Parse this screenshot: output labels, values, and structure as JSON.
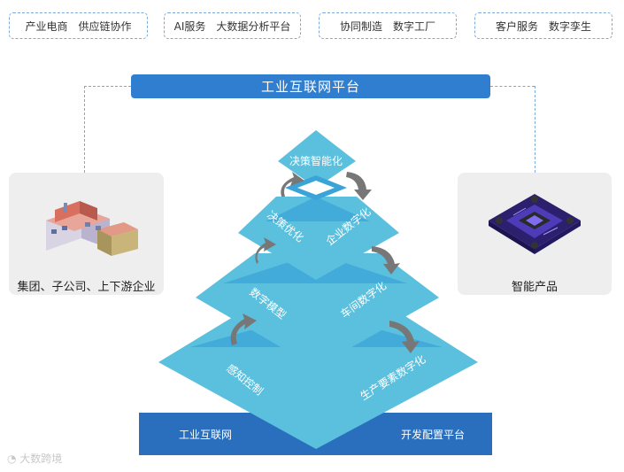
{
  "top_tags": [
    {
      "a": "产业电商",
      "b": "供应链协作"
    },
    {
      "a": "AI服务",
      "b": "大数据分析平台"
    },
    {
      "a": "协同制造",
      "b": "数字工厂"
    },
    {
      "a": "客户服务",
      "b": "数字孪生"
    }
  ],
  "platform_title": "工业互联网平台",
  "left_card_label": "集团、子公司、上下游企业",
  "right_card_label": "智能产品",
  "pyramid": {
    "top": "决策智能化",
    "left_levels": [
      "决策优化",
      "数字模型",
      "感知控制"
    ],
    "right_levels": [
      "企业数字化",
      "车间数字化",
      "生产要素数字化"
    ]
  },
  "base": {
    "left": "工业互联网",
    "right": "开发配置平台"
  },
  "watermark": "大数跨境",
  "colors": {
    "accent": "#2f7ed0",
    "pyramid_light": "#5bc0dd",
    "pyramid_mid": "#3aa4d8",
    "base": "#2a6fbe"
  }
}
